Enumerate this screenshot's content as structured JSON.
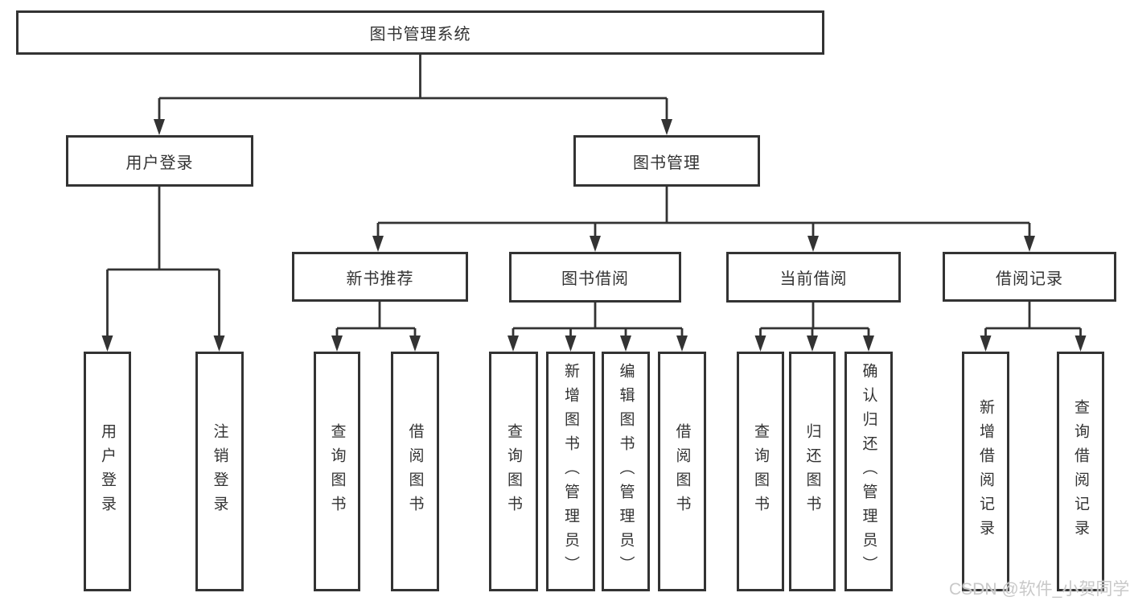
{
  "diagram": {
    "root": {
      "label": "图书管理系统"
    },
    "branches": [
      {
        "label": "用户登录",
        "children": [
          {
            "label": "用户登录"
          },
          {
            "label": "注销登录"
          }
        ]
      },
      {
        "label": "图书管理",
        "children": [
          {
            "label": "新书推荐",
            "children": [
              {
                "label": "查询图书"
              },
              {
                "label": "借阅图书"
              }
            ]
          },
          {
            "label": "图书借阅",
            "children": [
              {
                "label": "查询图书"
              },
              {
                "label": "新增图书（管理员）"
              },
              {
                "label": "编辑图书（管理员）"
              },
              {
                "label": "借阅图书"
              }
            ]
          },
          {
            "label": "当前借阅",
            "children": [
              {
                "label": "查询图书"
              },
              {
                "label": "归还图书"
              },
              {
                "label": "确认归还（管理员）"
              }
            ]
          },
          {
            "label": "借阅记录",
            "children": [
              {
                "label": "新增借阅记录"
              },
              {
                "label": "查询借阅记录"
              }
            ]
          }
        ]
      }
    ]
  },
  "colors": {
    "line": "#333333",
    "node_background": "#ffffff",
    "watermark": "#c9c9c9"
  },
  "watermark": {
    "text": "CSDN @软件_小贺同学"
  }
}
